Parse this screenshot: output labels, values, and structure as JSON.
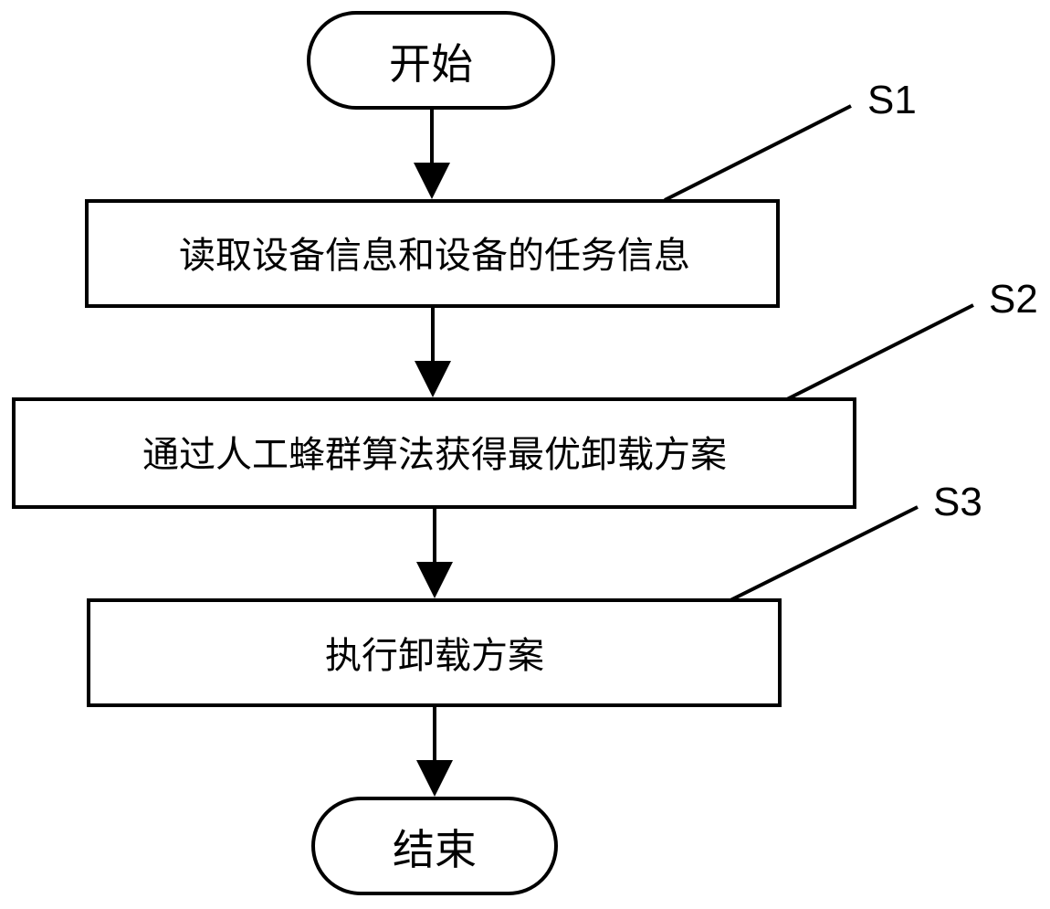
{
  "flowchart": {
    "start": {
      "label": "开始"
    },
    "steps": [
      {
        "id": "S1",
        "label": "读取设备信息和设备的任务信息"
      },
      {
        "id": "S2",
        "label": "通过人工蜂群算法获得最优卸载方案"
      },
      {
        "id": "S3",
        "label": "执行卸载方案"
      }
    ],
    "end": {
      "label": "结束"
    }
  }
}
